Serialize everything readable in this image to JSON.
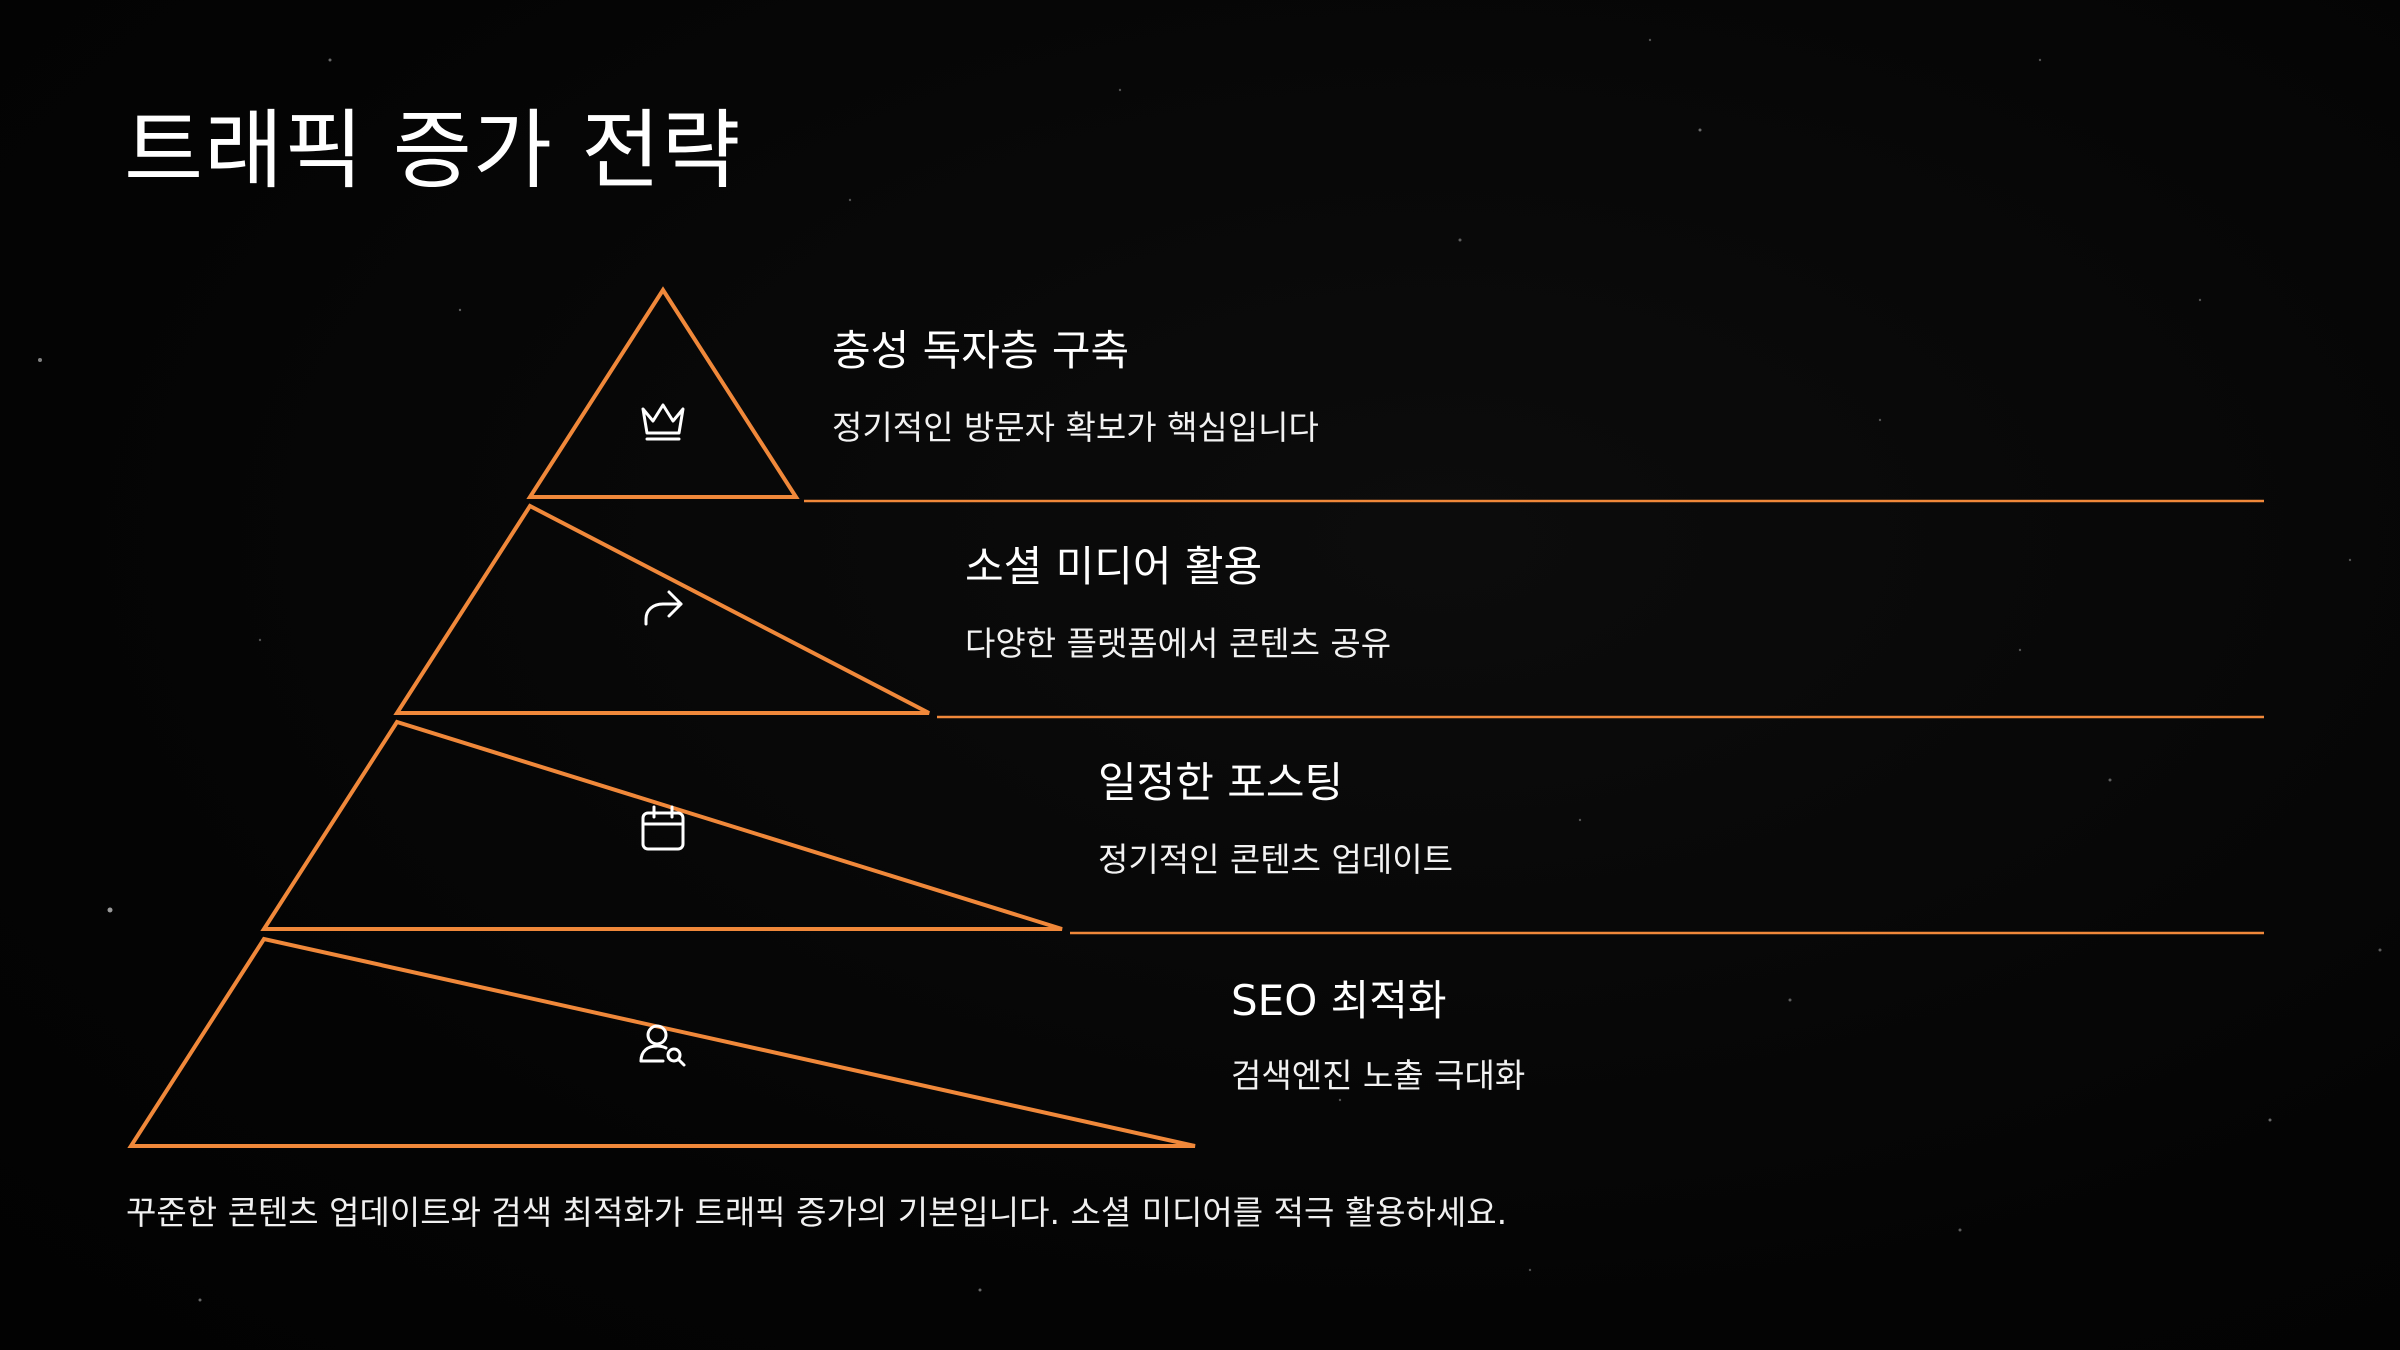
{
  "slide": {
    "title": "트래픽 증가 전략",
    "footer": "꾸준한 콘텐츠 업데이트와 검색 최적화가 트래픽 증가의 기본입니다. 소셜 미디어를 적극 활용하세요."
  },
  "pyramid": {
    "accent_color": "#f0883a",
    "levels": [
      {
        "title": "충성 독자층 구축",
        "description": "정기적인 방문자 확보가 핵심입니다",
        "icon": "crown-icon"
      },
      {
        "title": "소셜 미디어 활용",
        "description": "다양한 플랫폼에서 콘텐츠 공유",
        "icon": "share-icon"
      },
      {
        "title": "일정한 포스팅",
        "description": "정기적인 콘텐츠 업데이트",
        "icon": "calendar-icon"
      },
      {
        "title": "SEO 최적화",
        "description": "검색엔진 노출 극대화",
        "icon": "user-search-icon"
      }
    ]
  }
}
